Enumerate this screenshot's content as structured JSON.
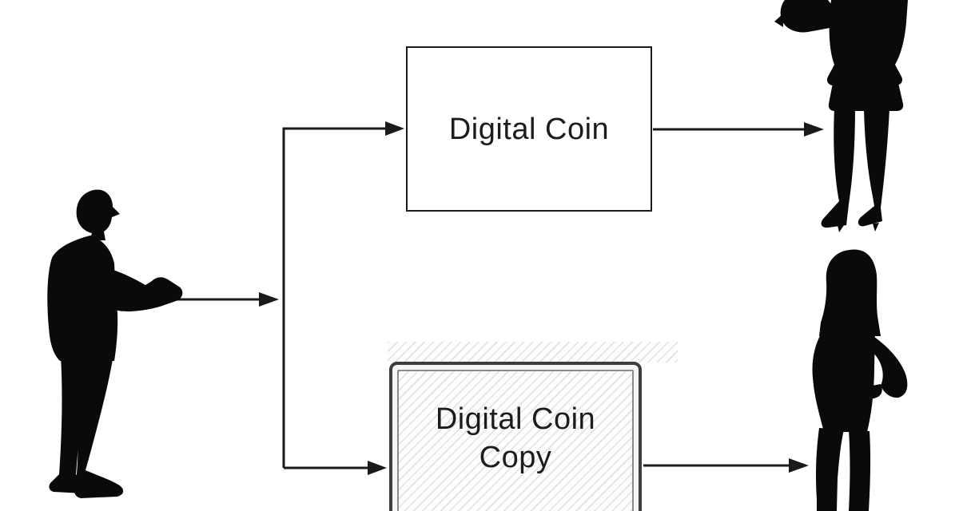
{
  "diagram": {
    "type": "flow-diagram",
    "background_color": "#ffffff",
    "line_color": "#1a1a1a",
    "text_color": "#1c1c1c",
    "boxes": {
      "digital_coin": {
        "label": "Digital Coin",
        "border_color": "#1a1a1a",
        "fill_color": "#ffffff"
      },
      "digital_coin_copy": {
        "label": "Digital Coin Copy",
        "outer_border_color": "#3d3d3d",
        "inner_border_color": "#8c8c8c",
        "fill_pattern": "diagonal-hatch",
        "hatch_line_color": "#e2e2e2"
      }
    },
    "figures": [
      {
        "name": "man-silhouette",
        "role": "sender",
        "position": "left"
      },
      {
        "name": "woman-silhouette",
        "role": "recipient-top",
        "position": "top-right"
      },
      {
        "name": "woman-silhouette",
        "role": "recipient-bottom",
        "position": "bottom-right"
      }
    ],
    "edges": [
      {
        "from": "man-silhouette",
        "to": "split-junction"
      },
      {
        "from": "split-junction",
        "to": "digital-coin-box"
      },
      {
        "from": "split-junction",
        "to": "digital-coin-copy-box"
      },
      {
        "from": "digital-coin-box",
        "to": "recipient-top"
      },
      {
        "from": "digital-coin-copy-box",
        "to": "recipient-bottom"
      }
    ]
  }
}
